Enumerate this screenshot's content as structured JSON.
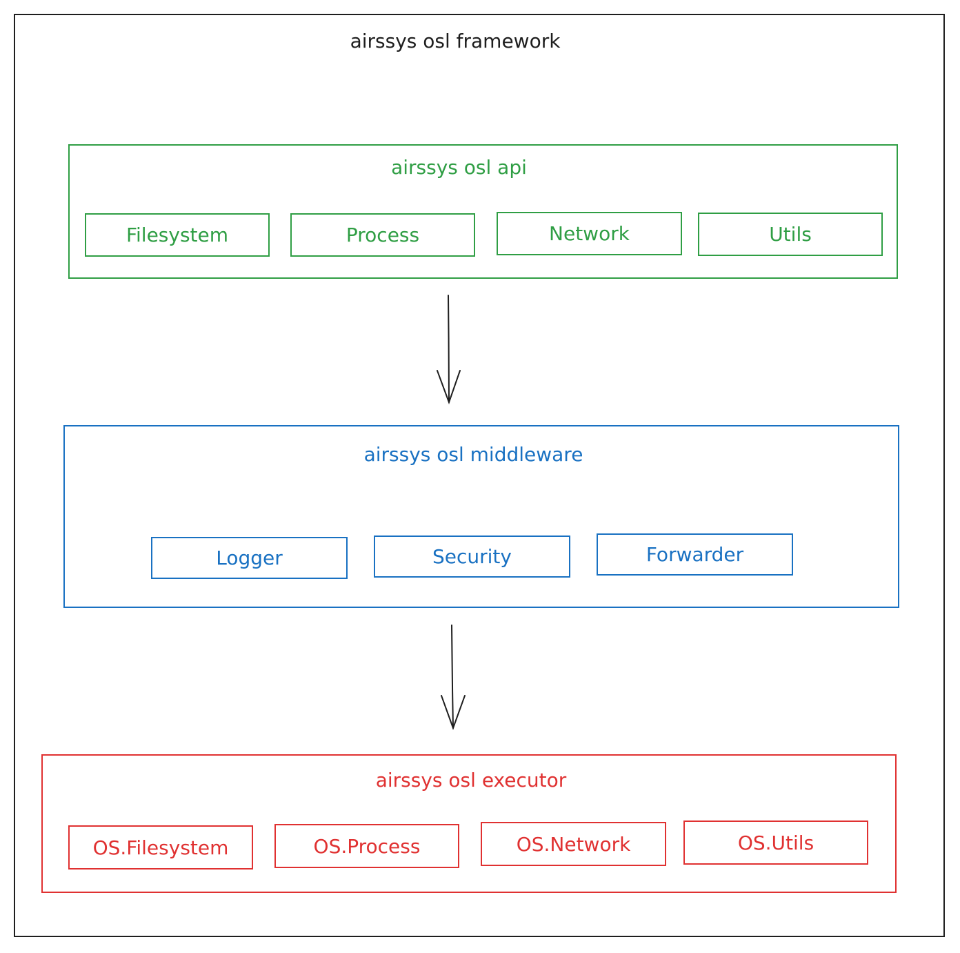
{
  "diagram": {
    "title": "airssys osl framework",
    "api": {
      "title": "airssys osl api",
      "modules": [
        "Filesystem",
        "Process",
        "Network",
        "Utils"
      ],
      "color": "#2f9e44"
    },
    "middleware": {
      "title": "airssys osl middleware",
      "modules": [
        "Logger",
        "Security",
        "Forwarder"
      ],
      "color": "#1971c2"
    },
    "executor": {
      "title": "airssys osl executor",
      "modules": [
        "OS.Filesystem",
        "OS.Process",
        "OS.Network",
        "OS.Utils"
      ],
      "color": "#e03131"
    },
    "arrow_color": "#1e1e1e"
  }
}
